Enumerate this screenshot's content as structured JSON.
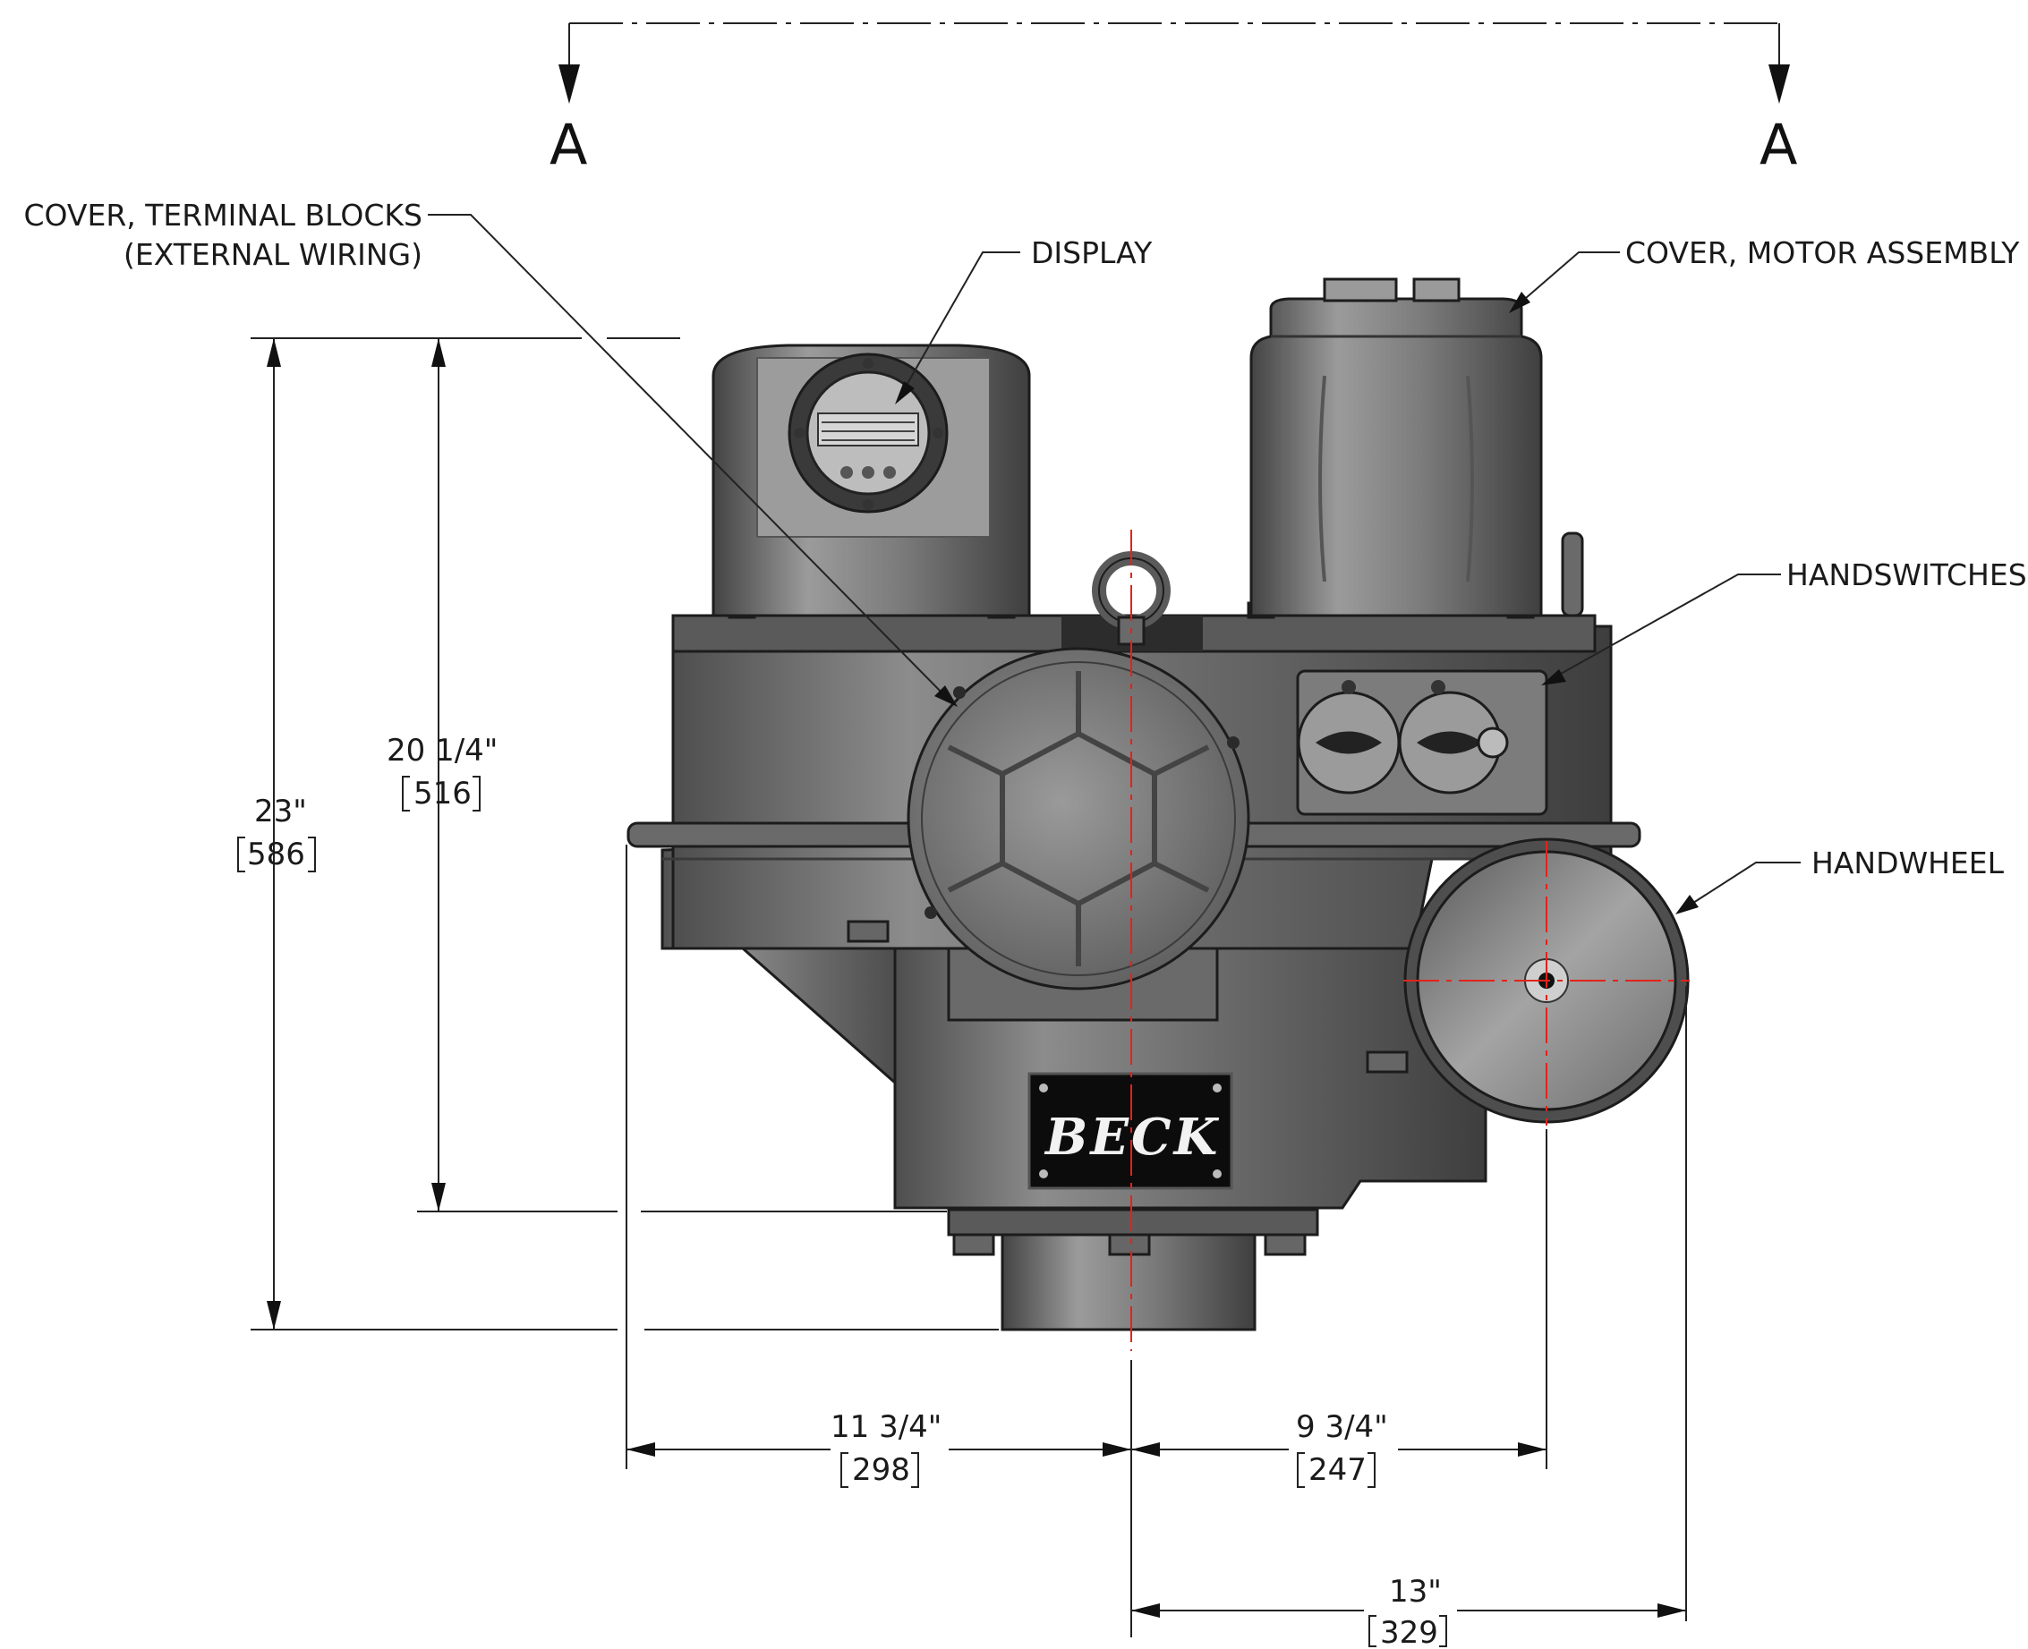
{
  "section": {
    "left_label": "A",
    "right_label": "A"
  },
  "callouts": {
    "terminal_cover_line1": "COVER, TERMINAL BLOCKS",
    "terminal_cover_line2": "(EXTERNAL WIRING)",
    "display": "DISPLAY",
    "motor_cover": "COVER, MOTOR ASSEMBLY",
    "handswitches": "HANDSWITCHES",
    "handwheel": "HANDWHEEL"
  },
  "dimensions": {
    "overall_height": {
      "inch": "23\"",
      "mm": "586"
    },
    "mount_height": {
      "inch": "20 1/4\"",
      "mm": "516"
    },
    "left_width": {
      "inch": "11 3/4\"",
      "mm": "298"
    },
    "handwheel_offset": {
      "inch": "9 3/4\"",
      "mm": "247"
    },
    "right_width": {
      "inch": "13\"",
      "mm": "329"
    }
  },
  "brand": {
    "logo_text": "BECK"
  },
  "colors": {
    "body": "#707070",
    "body_dark": "#4a4a4a",
    "body_light": "#9a9a9a",
    "centerline": "#e2231a",
    "ink": "#1a1a1a"
  }
}
